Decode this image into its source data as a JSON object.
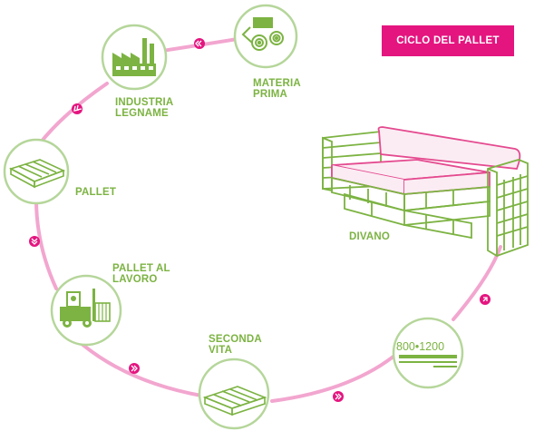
{
  "title": "CICLO DEL PALLET",
  "colors": {
    "green": "#7cb342",
    "pink": "#e4157f",
    "ring_pink": "#f2a6cf",
    "sofa_pink": "#e44a8f",
    "cushion": "#fbecf3"
  },
  "nodes": {
    "materia_prima": {
      "line1": "MATERIA",
      "line2": "PRIMA",
      "icon": "log-rolls-icon"
    },
    "industria": {
      "line1": "INDUSTRIA",
      "line2": "LEGNAME",
      "icon": "factory-icon"
    },
    "pallet": {
      "line1": "PALLET",
      "icon": "pallet-icon"
    },
    "pallet_al_lavoro": {
      "line1": "PALLET AL",
      "line2": "LAVORO",
      "icon": "forklift-icon"
    },
    "seconda_vita": {
      "line1": "SECONDA",
      "line2": "VITA",
      "icon": "pallet-icon"
    },
    "logo": {
      "text": "800•1200",
      "icon": "brand-logo-icon"
    },
    "divano": {
      "label": "DIVANO",
      "icon": "pallet-sofa-illustration"
    }
  },
  "arrow_icon": "double-chevron-icon"
}
